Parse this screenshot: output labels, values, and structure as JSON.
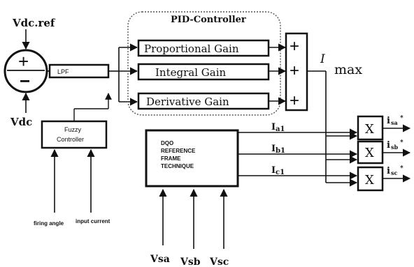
{
  "inputs": {
    "vdc_ref": "Vdc.ref",
    "vdc": "Vdc",
    "vsa": "Vsa",
    "vsb": "Vsb",
    "vsc": "Vsc",
    "firing_angle": "firing angle",
    "input_current": "input current"
  },
  "summer": {
    "plus": "+",
    "minus": "−"
  },
  "lpf": "LPF",
  "pid": {
    "title": "PID-Controller",
    "proportional": "Proportional Gain",
    "integral": "Integral Gain",
    "derivative": "Derivative Gain"
  },
  "adder": {
    "plus": "+"
  },
  "imax": {
    "symbol": "I",
    "sub": "max"
  },
  "fuzzy": {
    "line1": "Fuzzy",
    "line2": "Controller"
  },
  "dqo": {
    "line1": "DQO",
    "line2": "REFERENCE",
    "line3": "FRAME",
    "line4": "TECHNIQUE"
  },
  "currents": {
    "ia1": "I",
    "ia1_sub": "a1",
    "ib1": "I",
    "ib1_sub": "b1",
    "ic1": "I",
    "ic1_sub": "c1"
  },
  "multipliers": {
    "symbol": "X"
  },
  "outputs": {
    "isa": "i",
    "isa_sub": "sa",
    "isa_sup": "*",
    "isb": "i",
    "isb_sub": "sb",
    "isb_sup": "*",
    "isc": "i",
    "isc_sub": "sc",
    "isc_sup": "*"
  }
}
